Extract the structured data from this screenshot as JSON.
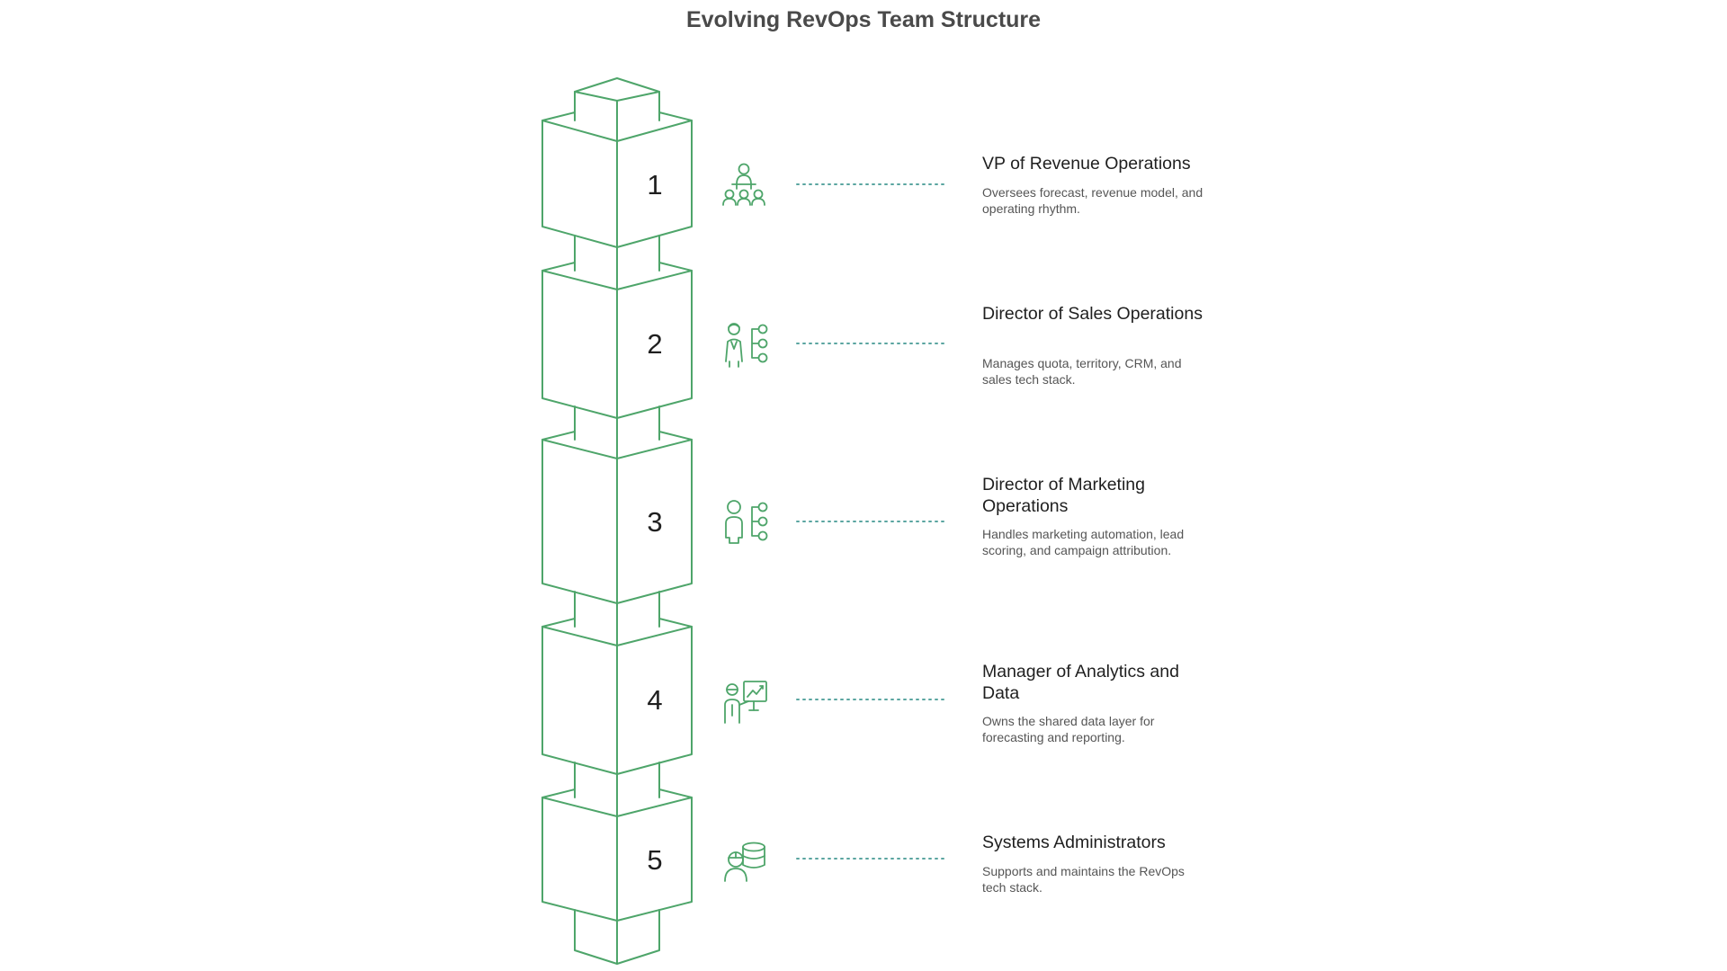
{
  "title": "Evolving RevOps Team Structure",
  "accent_color": "#4ea56a",
  "dotted_line_color": "#5aa5a0",
  "items": [
    {
      "number": "1",
      "icon": "team-leader-icon",
      "title": "VP of Revenue Operations",
      "description": "Oversees forecast, revenue model, and operating rhythm."
    },
    {
      "number": "2",
      "icon": "person-network-icon",
      "title": "Director of Sales Operations",
      "description": "Manages quota, territory, CRM, and sales tech stack."
    },
    {
      "number": "3",
      "icon": "person-network-icon",
      "title": "Director of Marketing Operations",
      "description": "Handles marketing automation, lead scoring, and campaign attribution."
    },
    {
      "number": "4",
      "icon": "analyst-presentation-icon",
      "title": "Manager of Analytics and Data",
      "description": "Owns the shared data layer for forecasting and reporting."
    },
    {
      "number": "5",
      "icon": "admin-database-icon",
      "title": "Systems Administrators",
      "description": "Supports and maintains the RevOps tech stack."
    }
  ]
}
